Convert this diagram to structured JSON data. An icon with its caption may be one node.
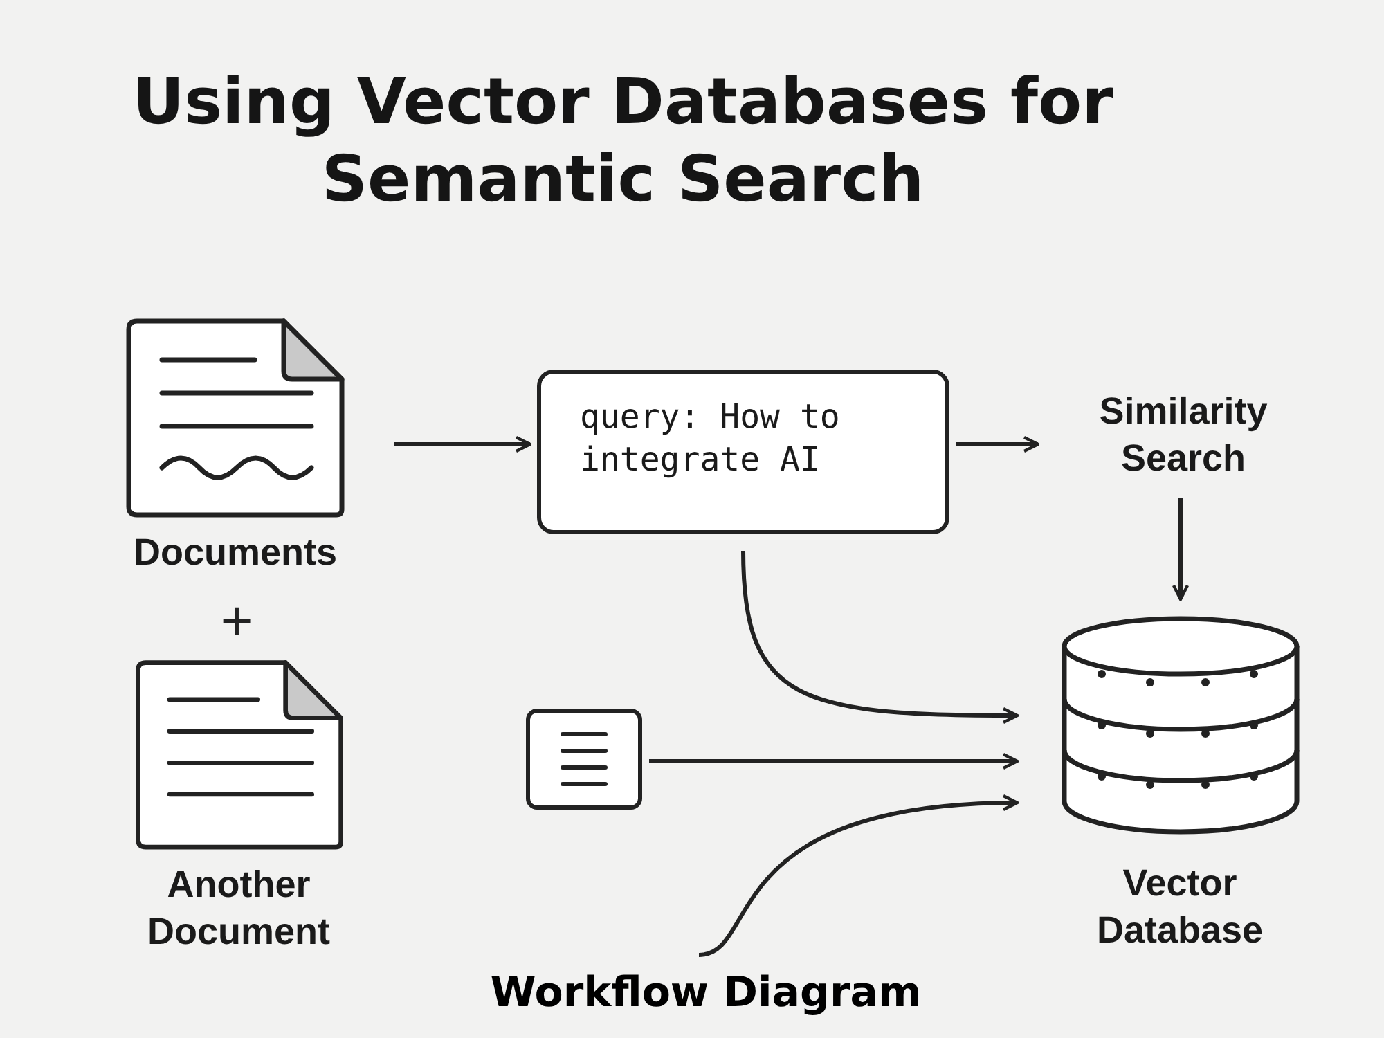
{
  "diagram": {
    "title": "Using Vector Databases for Semantic Search",
    "caption": "Workflow Diagram",
    "nodes": [
      {
        "text": [
          "Documents"
        ]
      },
      {
        "text": [
          "query: How to integrate AI"
        ]
      },
      {
        "text": [
          "Similarity Search"
        ]
      },
      {
        "text": [
          "Vector Database"
        ]
      },
      {
        "text": [
          "Another Document"
        ]
      },
      {
        "text": [],
        "shape": "box"
      }
    ],
    "edges": [
      {
        "from": 0,
        "to": 1,
        "arrow": "to"
      },
      {
        "from": 1,
        "to": 2,
        "arrow": "to"
      },
      {
        "from": 2,
        "to": 3,
        "arrow": "to"
      },
      {
        "from": 1,
        "to": 3,
        "arrow": "to"
      },
      {
        "from": 5,
        "to": 3,
        "arrow": "to"
      },
      {
        "from": null,
        "to": 3,
        "arrow": "to"
      }
    ],
    "labels": [
      "+"
    ]
  }
}
